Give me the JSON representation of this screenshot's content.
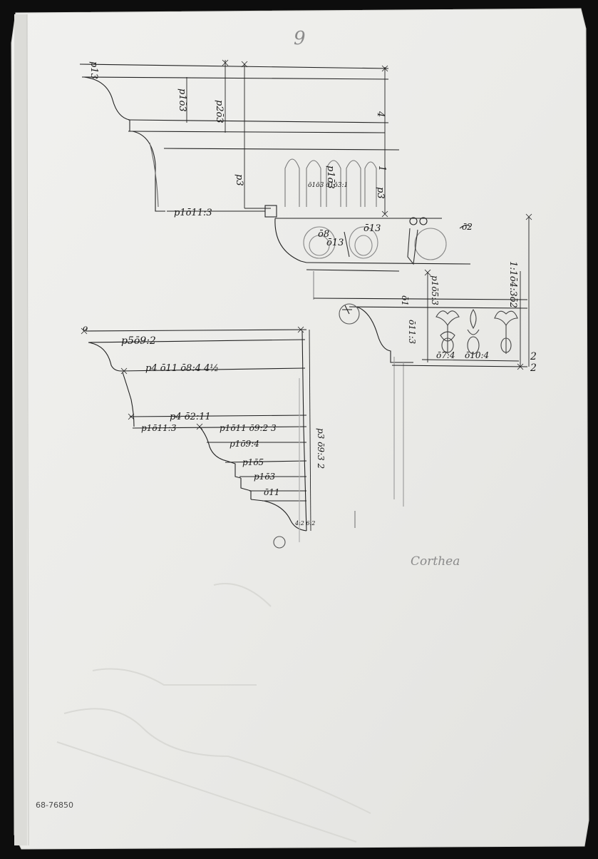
{
  "sheet": {
    "page_number": "9",
    "upper_profile": {
      "dims": [
        "p13",
        "p1ō3",
        "p2ō3",
        "p3",
        "p1ō3",
        "p1ō11:3",
        "ō13",
        "ō8",
        "ō13",
        "ō2",
        "4",
        "1",
        "p3"
      ],
      "small_note": "ō1ō3\nō1ō3:1"
    },
    "right_profile": {
      "dims": [
        "p1ō5:3",
        "ō11:3",
        "ō1",
        "ō7:4",
        "ō10:4",
        "1:1ō4:3ō2",
        "2",
        "2"
      ]
    },
    "lower_profile": {
      "dims": [
        "p5ō9:2",
        "p4 ō11 ō8:4 4½",
        "p4 ō2:11",
        "p1ō11:3",
        "p1ō11 ō9:2 3",
        "p1ō9:4",
        "p1ō5",
        "p1ō3",
        "ō11",
        "p3 ō9:3 2"
      ],
      "origin_mark": "o",
      "small_note": "4:2\n6:2"
    },
    "pencil_note": "Corthea",
    "accession_number": "68-76850"
  }
}
